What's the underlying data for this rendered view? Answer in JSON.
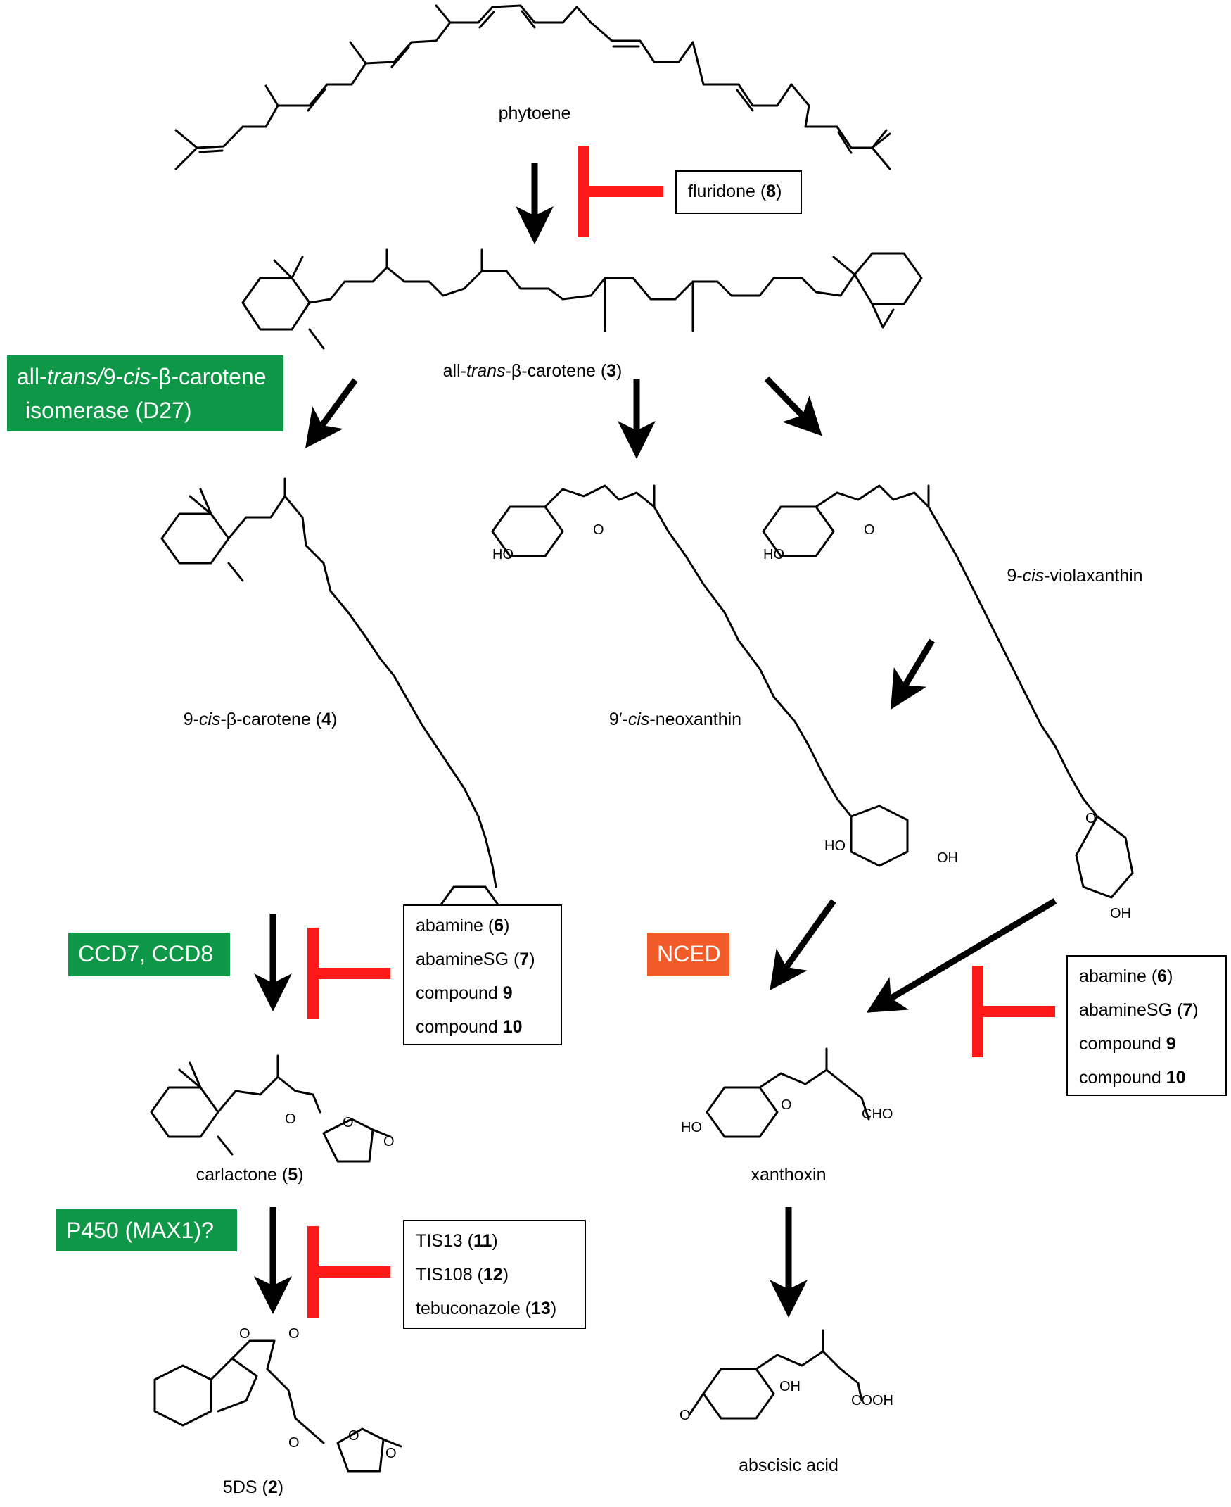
{
  "compounds": {
    "phytoene": "phytoene",
    "beta_carotene": {
      "pre": "all-",
      "italic": "trans",
      "mid": "-β-carotene (",
      "bold": "3",
      "post": ")"
    },
    "cis_carotene": {
      "pre": "9-",
      "italic": "cis",
      "mid": "-β-carotene (",
      "bold": "4",
      "post": ")"
    },
    "neoxanthin": {
      "pre": "9′-",
      "italic": "cis",
      "post": "-neoxanthin"
    },
    "violaxanthin": {
      "pre": "9-",
      "italic": "cis",
      "post": "-violaxanthin"
    },
    "carlactone": {
      "pre": "carlactone (",
      "bold": "5",
      "post": ")"
    },
    "xanthoxin": "xanthoxin",
    "fiveds": {
      "pre": "5DS (",
      "bold": "2",
      "post": ")"
    },
    "abscisic_acid": "abscisic acid"
  },
  "enzymes": {
    "isomerase_line1": {
      "pre": "all-",
      "italic1": "trans/",
      "mid": "9-",
      "italic2": "cis",
      "post": "-β-carotene"
    },
    "isomerase_line2": "isomerase (D27)",
    "ccd": "CCD7, CCD8",
    "nced": "NCED",
    "p450": "P450 (MAX1)?"
  },
  "inhibitors": {
    "fluridone": {
      "pre": "fluridone (",
      "bold": "8",
      "post": ")"
    },
    "ccd_box": [
      {
        "pre": "abamine (",
        "bold": "6",
        "post": ")"
      },
      {
        "pre": "abamineSG (",
        "bold": "7",
        "post": ")"
      },
      {
        "pre": "compound ",
        "bold": "9",
        "post": ""
      },
      {
        "pre": "compound ",
        "bold": "10",
        "post": ""
      }
    ],
    "nced_box": [
      {
        "pre": "abamine (",
        "bold": "6",
        "post": ")"
      },
      {
        "pre": "abamineSG (",
        "bold": "7",
        "post": ")"
      },
      {
        "pre": "compound ",
        "bold": "9",
        "post": ""
      },
      {
        "pre": "compound ",
        "bold": "10",
        "post": ""
      }
    ],
    "p450_box": [
      {
        "pre": "TIS13 (",
        "bold": "11",
        "post": ")"
      },
      {
        "pre": "TIS108 (",
        "bold": "12",
        "post": ")"
      },
      {
        "pre": "tebuconazole (",
        "bold": "13",
        "post": ")"
      }
    ]
  },
  "atoms": {
    "HO": "HO",
    "OH": "OH",
    "O": "O",
    "CHO": "CHO",
    "COOH": "COOH"
  },
  "colors": {
    "green": "#0d9747",
    "orange": "#f15a29",
    "inhibit": "#ff1a1a",
    "arrow": "#000000"
  }
}
